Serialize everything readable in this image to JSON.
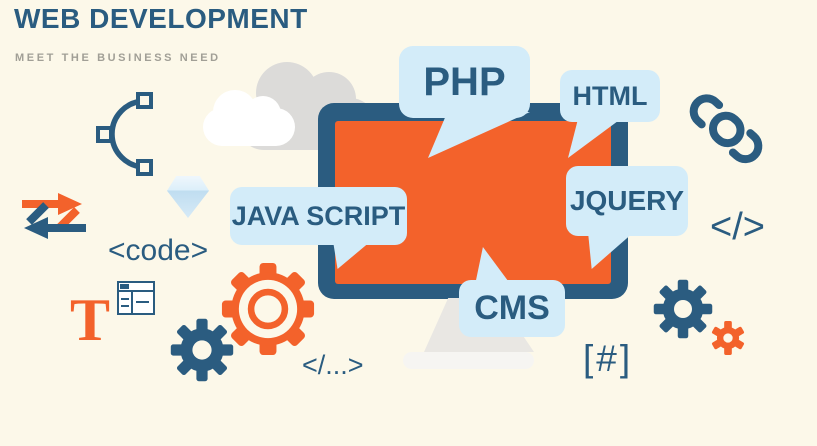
{
  "header": {
    "title": "WEB DEVELOPMENT",
    "subtitle": "MEET THE BUSINESS NEED"
  },
  "bubbles": {
    "php": "PHP",
    "html": "HTML",
    "jquery": "JQUERY",
    "javascript": "JAVA SCRIPT",
    "cms": "CMS"
  },
  "snippets": {
    "code_tag": "<code>",
    "slash_dots": "</...>",
    "closing_tag": "</>",
    "hash_brackets": "[#]",
    "letter_t": "T"
  },
  "icons": [
    "cloud-icon",
    "bezier-curve-icon",
    "diamond-icon",
    "swap-arrows-icon",
    "typography-icon",
    "table-layout-icon",
    "gear-icon",
    "chain-link-icon",
    "monitor-icon"
  ],
  "colors": {
    "background": "#fcf8e9",
    "dark_blue": "#2a5c80",
    "orange": "#f3622b",
    "bubble_blue": "#d3ecf9",
    "subtitle_gray": "#a19f96",
    "cloud_gray": "#dcdbd9",
    "cloud_white": "#ffffff",
    "stand_gray": "#e9e7e3"
  }
}
